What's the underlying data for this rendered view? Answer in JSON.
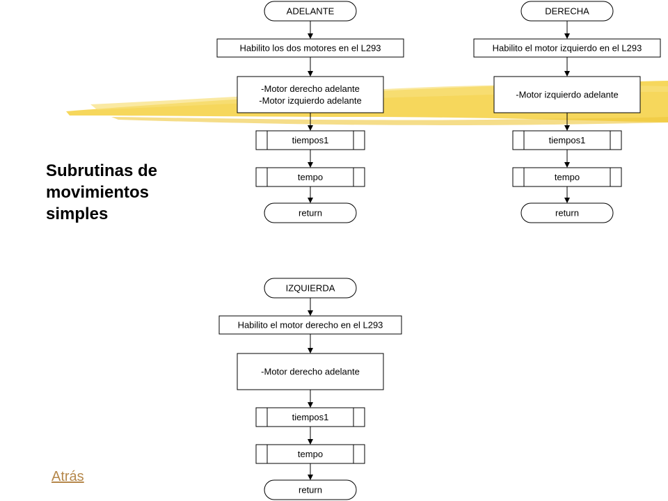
{
  "title_lines": [
    "Subrutinas de",
    "movimientos",
    "simples"
  ],
  "back_link": "Atrás",
  "colors": {
    "brush": "#f5d34a",
    "text": "#000000",
    "link": "#b5874a"
  },
  "flowcharts": [
    {
      "id": "adelante",
      "steps": [
        {
          "kind": "terminal",
          "lines": [
            "ADELANTE"
          ]
        },
        {
          "kind": "process",
          "lines": [
            "Habilito los dos motores en el L293"
          ]
        },
        {
          "kind": "process",
          "lines": [
            "-Motor derecho adelante",
            "-Motor izquierdo adelante"
          ]
        },
        {
          "kind": "subroutine",
          "lines": [
            "tiempos1"
          ]
        },
        {
          "kind": "subroutine",
          "lines": [
            "tempo"
          ]
        },
        {
          "kind": "terminal",
          "lines": [
            "return"
          ]
        }
      ]
    },
    {
      "id": "derecha",
      "steps": [
        {
          "kind": "terminal",
          "lines": [
            "DERECHA"
          ]
        },
        {
          "kind": "process",
          "lines": [
            "Habilito el motor izquierdo en el L293"
          ]
        },
        {
          "kind": "process",
          "lines": [
            "-Motor izquierdo adelante"
          ]
        },
        {
          "kind": "subroutine",
          "lines": [
            "tiempos1"
          ]
        },
        {
          "kind": "subroutine",
          "lines": [
            "tempo"
          ]
        },
        {
          "kind": "terminal",
          "lines": [
            "return"
          ]
        }
      ]
    },
    {
      "id": "izquierda",
      "steps": [
        {
          "kind": "terminal",
          "lines": [
            "IZQUIERDA"
          ]
        },
        {
          "kind": "process",
          "lines": [
            "Habilito el motor derecho en el L293"
          ]
        },
        {
          "kind": "process",
          "lines": [
            "-Motor derecho adelante"
          ]
        },
        {
          "kind": "subroutine",
          "lines": [
            "tiempos1"
          ]
        },
        {
          "kind": "subroutine",
          "lines": [
            "tempo"
          ]
        },
        {
          "kind": "terminal",
          "lines": [
            "return"
          ]
        }
      ]
    }
  ]
}
